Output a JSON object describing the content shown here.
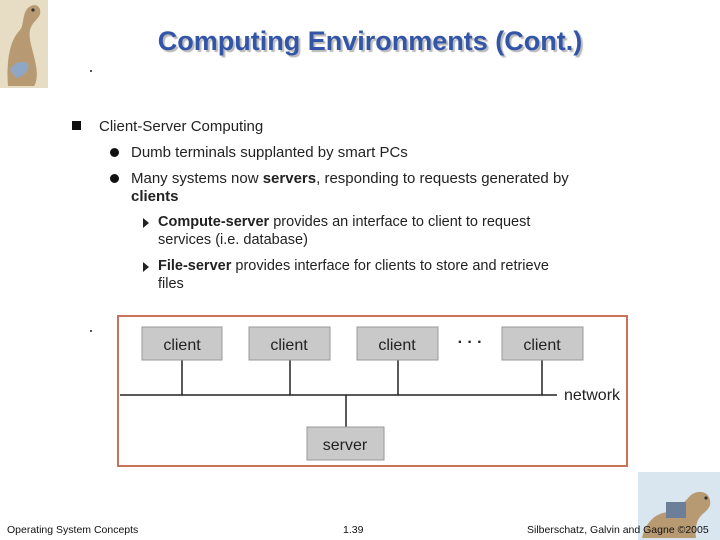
{
  "slide": {
    "title": "Computing Environments (Cont.)",
    "bullet_1": "Client-Server Computing",
    "bullet_1_1": "Dumb terminals supplanted by smart PCs",
    "bullet_1_2_pre": "Many systems now ",
    "bullet_1_2_bold": "servers",
    "bullet_1_2_mid": ", responding to requests generated by",
    "bullet_1_2_bold2": "clients",
    "bullet_1_2_1_bold": "Compute-server",
    "bullet_1_2_1_rest": " provides an interface to client to request",
    "bullet_1_2_1_line2": "services (i.e. database)",
    "bullet_1_2_2_bold": "File-server",
    "bullet_1_2_2_rest": " provides interface for clients to store and retrieve",
    "bullet_1_2_2_line2": "files"
  },
  "diagram": {
    "clients": [
      "client",
      "client",
      "client",
      "client"
    ],
    "ellipsis": "· · ·",
    "network_label": "network",
    "server_label": "server",
    "colors": {
      "frame": "#c8735a",
      "box": "#c9c9c9",
      "line": "#222222"
    }
  },
  "footer": {
    "left": "Operating System Concepts",
    "center": "1.39",
    "right": "Silberschatz, Galvin and Gagne ©2005"
  }
}
